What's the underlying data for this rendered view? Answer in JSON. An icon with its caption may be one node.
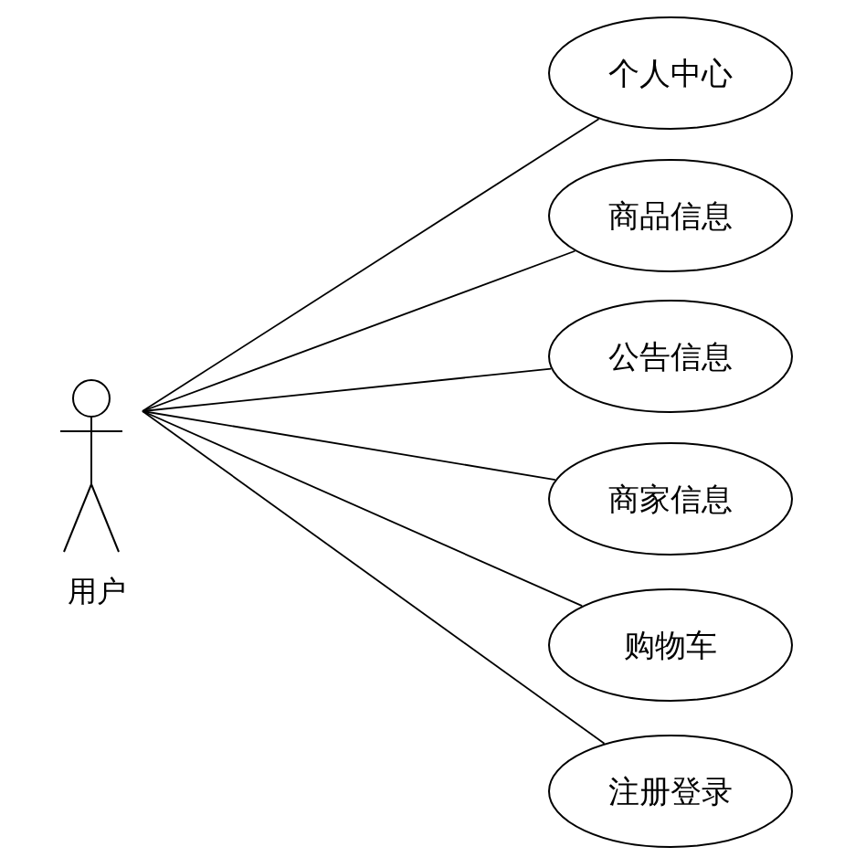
{
  "diagram": {
    "nodes": [
      {
        "text": [
          "用户"
        ]
      },
      {
        "text": [
          "个人中心"
        ]
      },
      {
        "text": [
          "商品信息"
        ]
      },
      {
        "text": [
          "公告信息"
        ]
      },
      {
        "text": [
          "商家信息"
        ]
      },
      {
        "text": [
          "购物车"
        ]
      },
      {
        "text": [
          "注册登录"
        ]
      }
    ],
    "edges": [
      {
        "from": 0,
        "to": 1,
        "arrow": "none"
      },
      {
        "from": 0,
        "to": 2,
        "arrow": "none"
      },
      {
        "from": 0,
        "to": 3,
        "arrow": "none"
      },
      {
        "from": 0,
        "to": 4,
        "arrow": "none"
      },
      {
        "from": 0,
        "to": 5,
        "arrow": "none"
      },
      {
        "from": 0,
        "to": 6,
        "arrow": "none"
      }
    ]
  }
}
